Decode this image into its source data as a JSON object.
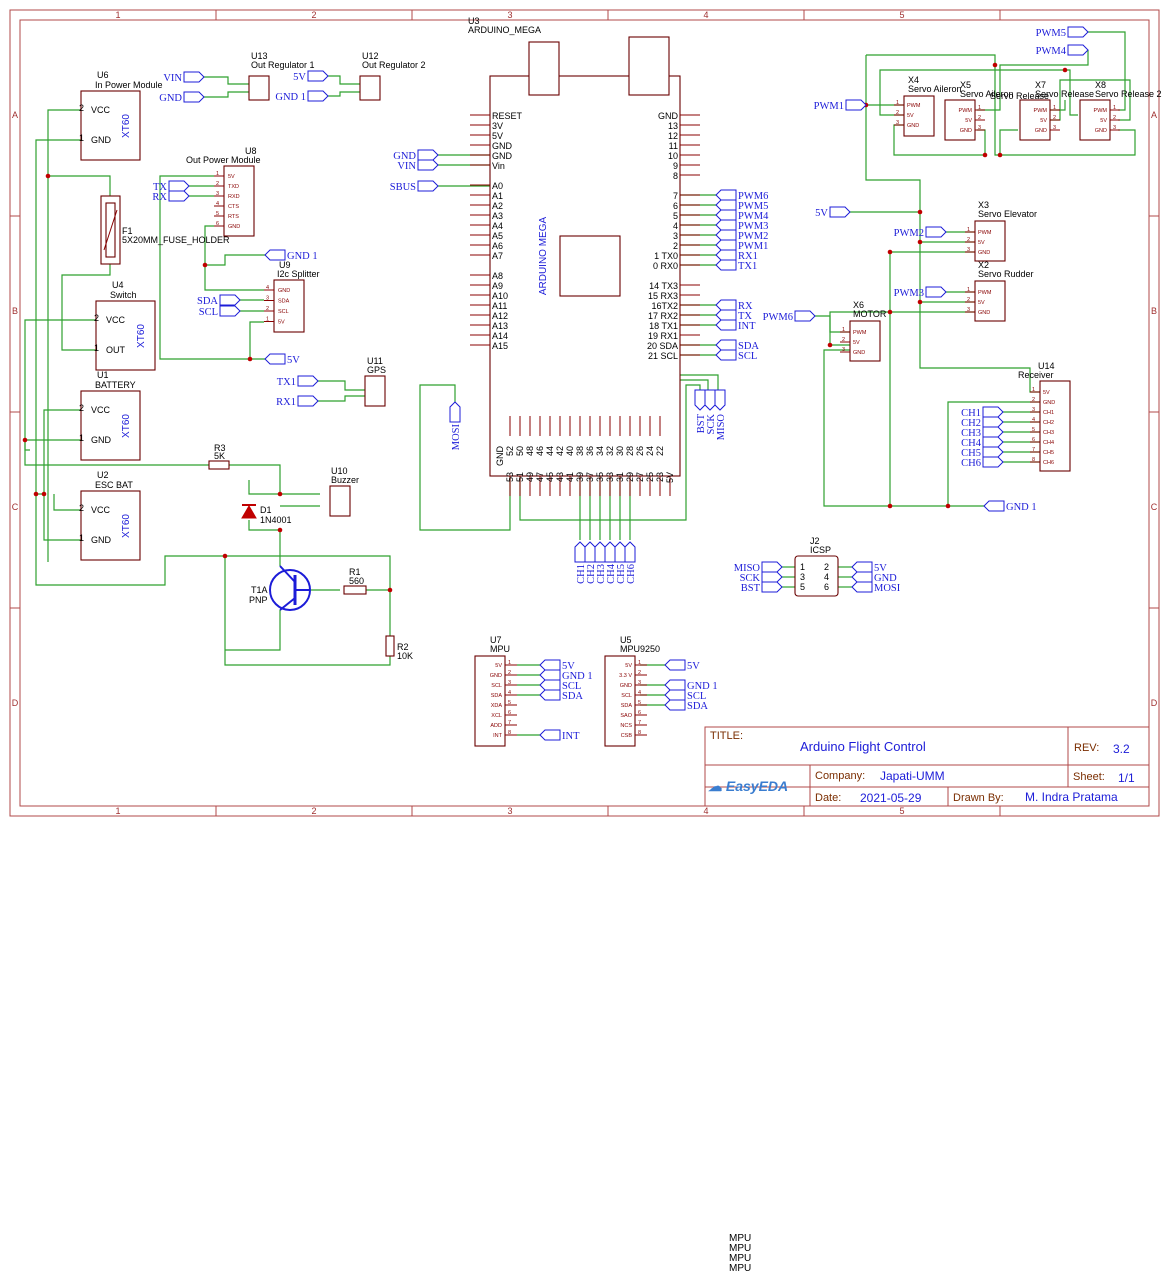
{
  "frame": {
    "columns": [
      "1",
      "2",
      "3",
      "4",
      "5"
    ],
    "rows": [
      "A",
      "B",
      "C",
      "D"
    ]
  },
  "title_block": {
    "title_label": "TITLE:",
    "title": "Arduino Flight Control",
    "rev_label": "REV:",
    "rev": "3.2",
    "company_label": "Company:",
    "company": "Japati-UMM",
    "sheet_label": "Sheet:",
    "sheet": "1/1",
    "date_label": "Date:",
    "date": "2021-05-29",
    "drawn_label": "Drawn By:",
    "drawn_by": "M. Indra Pratama",
    "logo": "EasyEDA"
  },
  "components": {
    "u6": {
      "ref": "U6",
      "name": "In Power Module",
      "part": "XT60",
      "pins": [
        "VCC",
        "GND"
      ],
      "nums": [
        "2",
        "1"
      ]
    },
    "f1": {
      "ref": "F1",
      "name": "5X20MM_FUSE_HOLDER"
    },
    "u4": {
      "ref": "U4",
      "name": "Switch",
      "part": "XT60",
      "pins": [
        "VCC",
        "OUT"
      ],
      "nums": [
        "2",
        "1"
      ]
    },
    "u1": {
      "ref": "U1",
      "name": "BATTERY",
      "part": "XT60",
      "pins": [
        "VCC",
        "GND"
      ],
      "nums": [
        "2",
        "1"
      ]
    },
    "u2": {
      "ref": "U2",
      "name": "ESC BAT",
      "part": "XT60",
      "pins": [
        "VCC",
        "GND"
      ],
      "nums": [
        "2",
        "1"
      ]
    },
    "u13": {
      "ref": "U13",
      "name": "Out Regulator 1"
    },
    "u12": {
      "ref": "U12",
      "name": "Out Regulator 2"
    },
    "u8": {
      "ref": "U8",
      "name": "Out Power Module",
      "pins": [
        "5V",
        "TXD",
        "RXD",
        "CTS",
        "RTS",
        "GND"
      ]
    },
    "u9": {
      "ref": "U9",
      "name": "I2c Splitter",
      "pins": [
        "GND",
        "SDA",
        "SCL",
        "5V"
      ]
    },
    "u11": {
      "ref": "U11",
      "name": "GPS"
    },
    "r3": {
      "ref": "R3",
      "value": "5K"
    },
    "d1": {
      "ref": "D1",
      "value": "1N4001"
    },
    "u10": {
      "ref": "U10",
      "name": "Buzzer"
    },
    "t1a": {
      "ref": "T1A",
      "value": "PNP"
    },
    "r1": {
      "ref": "R1",
      "value": "560"
    },
    "r2": {
      "ref": "R2",
      "value": "10K"
    },
    "u3": {
      "ref": "U3",
      "name": "ARDUINO_MEGA",
      "body_label": "ARDUINO MEGA",
      "left_pins": [
        "RESET",
        "3V",
        "5V",
        "GND",
        "GND",
        "Vin",
        "",
        "A0",
        "A1",
        "A2",
        "A3",
        "A4",
        "A5",
        "A6",
        "A7",
        "",
        "A8",
        "A9",
        "A10",
        "A11",
        "A12",
        "A13",
        "A14",
        "A15"
      ],
      "right_pins": [
        "GND",
        "13",
        "12",
        "11",
        "10",
        "9",
        "8",
        "",
        "7",
        "6",
        "5",
        "4",
        "3",
        "2",
        "1 TX0",
        "0 RX0",
        "",
        "14 TX3",
        "15 RX3",
        "16TX2",
        "17 RX2",
        "18 TX1",
        "19 RX1",
        "20 SDA",
        "21 SCL"
      ],
      "bottom_top": [
        "52",
        "50",
        "48",
        "46",
        "44",
        "42",
        "40",
        "38",
        "36",
        "34",
        "32",
        "30",
        "28",
        "26",
        "24",
        "22"
      ],
      "bottom_bot": [
        "53",
        "51",
        "49",
        "47",
        "45",
        "43",
        "41",
        "39",
        "37",
        "35",
        "33",
        "31",
        "29",
        "27",
        "25",
        "23",
        "5V"
      ],
      "bottom_gnd": "GND"
    },
    "x4": {
      "ref": "X4",
      "name": "Servo Aileron"
    },
    "x5": {
      "ref": "X5",
      "name": "Servo Aileron"
    },
    "x7": {
      "ref": "X7",
      "name": "Servo Release"
    },
    "x8": {
      "ref": "X8",
      "name": "Servo Release 2"
    },
    "x3": {
      "ref": "X3",
      "name": "Servo Elevator"
    },
    "x2": {
      "ref": "X2",
      "name": "Servo Rudder"
    },
    "x6": {
      "ref": "X6",
      "name": "MOTOR"
    },
    "servo_pins": [
      "PWM",
      "5V",
      "GND"
    ],
    "u14": {
      "ref": "U14",
      "name": "Receiver",
      "pins": [
        "5V",
        "GND",
        "CH1",
        "CH2",
        "CH3",
        "CH4",
        "CH5",
        "CH6"
      ]
    },
    "j2": {
      "ref": "J2",
      "name": "ICSP",
      "nums": [
        "1",
        "2",
        "3",
        "4",
        "5",
        "6"
      ]
    },
    "u7": {
      "ref": "U7",
      "name": "MPU",
      "pins": [
        "5V",
        "GND",
        "SCL",
        "SDA",
        "XDA",
        "XCL",
        "ADD",
        "INT"
      ]
    },
    "u5": {
      "ref": "U5",
      "name": "MPU9250",
      "pins": [
        "5V",
        "3.3 V",
        "GND",
        "SCL",
        "SDA",
        "SAO",
        "NCS",
        "CSB"
      ]
    }
  },
  "nets": {
    "vin": "VIN",
    "gnd": "GND",
    "five_v": "5V",
    "gnd1": "GND 1",
    "vin_cap": "Vin",
    "tx": "TX",
    "rx": "RX",
    "sda": "SDA",
    "scl": "SCL",
    "tx1": "TX1",
    "rx1": "RX1",
    "sbus": "SBUS",
    "mosi": "MOSI",
    "miso": "MISO",
    "sck": "SCK",
    "bst": "BST",
    "int": "INT",
    "pwm": [
      "PWM1",
      "PWM2",
      "PWM3",
      "PWM4",
      "PWM5",
      "PWM6"
    ],
    "ch": [
      "CH1",
      "CH2",
      "CH3",
      "CH4",
      "CH5",
      "CH6"
    ]
  },
  "footer_list": [
    "MPU",
    "MPU",
    "MPU",
    "MPU"
  ]
}
